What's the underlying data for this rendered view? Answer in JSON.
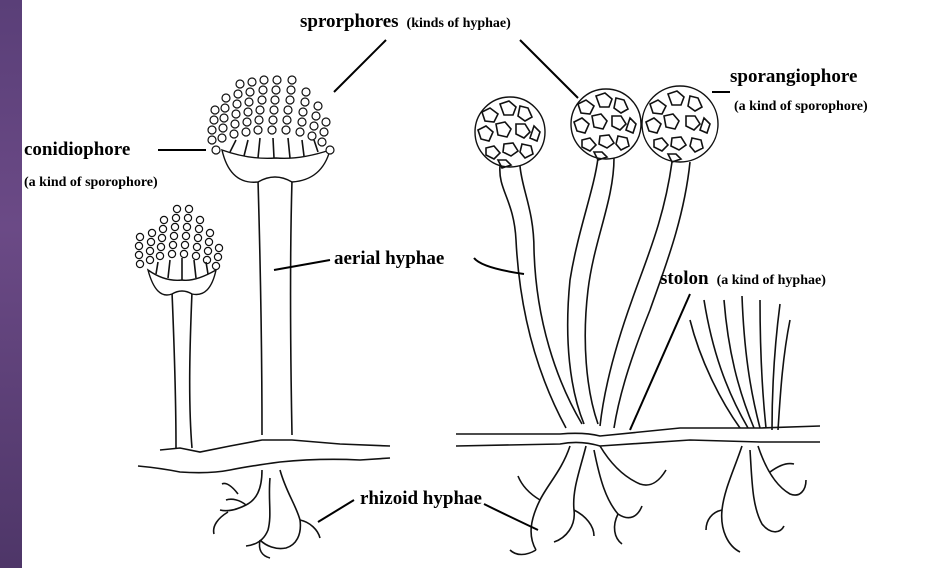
{
  "labels": {
    "sporophores_main": "sprorphores",
    "sporophores_sub": "(kinds of hyphae)",
    "sporangiophore_main": "sporangiophore",
    "sporangiophore_sub": "(a kind of sporophore)",
    "conidiophore_main": "conidiophore",
    "conidiophore_sub": "(a kind of sporophore)",
    "aerial_hyphae": "aerial hyphae",
    "stolon_main": "stolon",
    "stolon_sub": "(a kind of hyphae)",
    "rhizoid_hyphae": "rhizoid hyphae"
  },
  "colors": {
    "slide_background": "#5a3f78",
    "panel": "#ffffff",
    "ink": "#000000"
  }
}
